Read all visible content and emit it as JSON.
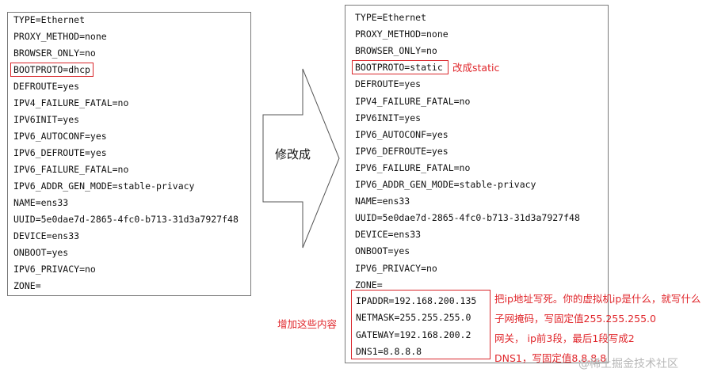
{
  "original_config": {
    "lines": [
      "TYPE=Ethernet",
      "PROXY_METHOD=none",
      "BROWSER_ONLY=no",
      "BOOTPROTO=dhcp",
      "DEFROUTE=yes",
      "IPV4_FAILURE_FATAL=no",
      "IPV6INIT=yes",
      "IPV6_AUTOCONF=yes",
      "IPV6_DEFROUTE=yes",
      "IPV6_FAILURE_FATAL=no",
      "IPV6_ADDR_GEN_MODE=stable-privacy",
      "NAME=ens33",
      "UUID=5e0dae7d-2865-4fc0-b713-31d3a7927f48",
      "DEVICE=ens33",
      "ONBOOT=yes",
      "IPV6_PRIVACY=no",
      "ZONE="
    ]
  },
  "modified_config": {
    "lines": [
      "TYPE=Ethernet",
      "PROXY_METHOD=none",
      "BROWSER_ONLY=no",
      "BOOTPROTO=static",
      "DEFROUTE=yes",
      "IPV4_FAILURE_FATAL=no",
      "IPV6INIT=yes",
      "IPV6_AUTOCONF=yes",
      "IPV6_DEFROUTE=yes",
      "IPV6_FAILURE_FATAL=no",
      "IPV6_ADDR_GEN_MODE=stable-privacy",
      "NAME=ens33",
      "UUID=5e0dae7d-2865-4fc0-b713-31d3a7927f48",
      "DEVICE=ens33",
      "ONBOOT=yes",
      "IPV6_PRIVACY=no",
      "ZONE="
    ],
    "added_lines": [
      "IPADDR=192.168.200.135",
      "NETMASK=255.255.255.0",
      "GATEWAY=192.168.200.2",
      "DNS1=8.8.8.8"
    ]
  },
  "arrow_label": "修改成",
  "annotations": {
    "bootproto_note": "改成static",
    "added_note": "增加这些内容",
    "ip_note": "把ip地址写死。你的虚拟机ip是什么，就写什么",
    "netmask_note": "子网掩码，写固定值255.255.255.0",
    "gateway_note": "网关，   ip前3段，最后1段写成2",
    "dns_note": "DNS1，写固定值8.8.8.8"
  },
  "watermark": "@稀土掘金技术社区",
  "colors": {
    "highlight": "#d9262b",
    "note_text": "#e0262b",
    "border": "#7a7a7a"
  }
}
